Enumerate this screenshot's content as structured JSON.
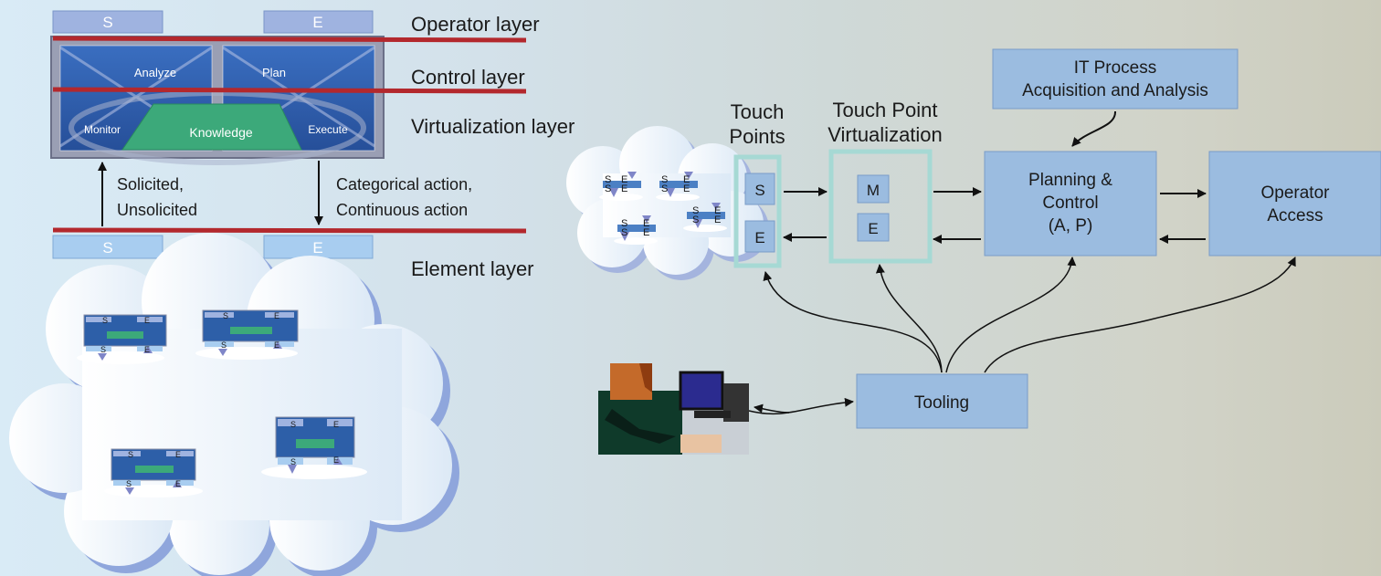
{
  "left_panel": {
    "operator_s": "S",
    "operator_e": "E",
    "analyze": "Analyze",
    "plan": "Plan",
    "monitor": "Monitor",
    "knowledge": "Knowledge",
    "execute": "Execute",
    "element_s": "S",
    "element_e": "E",
    "up_label_1": "Solicited,",
    "up_label_2": "Unsolicited",
    "down_label_1": "Categorical action,",
    "down_label_2": "Continuous action"
  },
  "layers": {
    "operator": "Operator layer",
    "control": "Control layer",
    "virtualization": "Virtualization layer",
    "element": "Element layer"
  },
  "mini_nodes": [
    {
      "s": "S",
      "e": "E",
      "s2": "S",
      "e2": "E"
    },
    {
      "s": "S",
      "e": "E",
      "s2": "S",
      "e2": "E"
    },
    {
      "s": "S",
      "e": "E",
      "s2": "S",
      "e2": "E"
    },
    {
      "s": "S",
      "e": "E",
      "s2": "S",
      "e2": "E"
    }
  ],
  "right_panel": {
    "touch_points_1": "Touch",
    "touch_points_2": "Points",
    "tp_virt_1": "Touch Point",
    "tp_virt_2": "Virtualization",
    "tp_s": "S",
    "tp_e": "E",
    "v_m": "M",
    "v_e": "E",
    "it_process_1": "IT Process",
    "it_process_2": "Acquisition and Analysis",
    "planning_1": "Planning &",
    "planning_2": "Control",
    "planning_3": "(A, P)",
    "operator_1": "Operator",
    "operator_2": "Access",
    "tooling": "Tooling"
  },
  "cloud_small_labels": [
    {
      "s": "S",
      "e": "E",
      "s2": "S",
      "e2": "E"
    },
    {
      "s": "S",
      "e": "E",
      "s2": "S",
      "e2": "E"
    },
    {
      "s": "S",
      "e": "E",
      "s2": "S",
      "e2": "E"
    },
    {
      "s": "S",
      "e": "E",
      "s2": "S",
      "e2": "E"
    }
  ],
  "colors": {
    "red_line": "#b3282d",
    "box_blue": "#9bbce0",
    "teal_frame": "#a6d9d4",
    "mape_blue": "#2d5fa8",
    "knowledge_green": "#3ca97a"
  }
}
